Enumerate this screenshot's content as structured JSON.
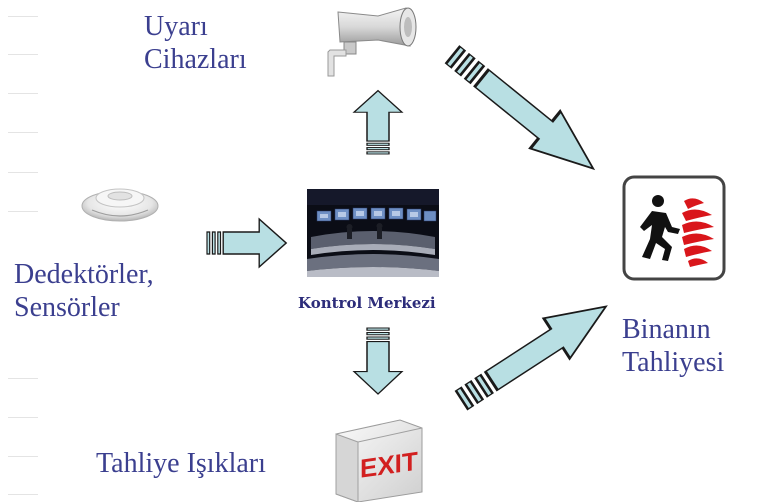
{
  "nodes": {
    "warning_devices": {
      "lines": [
        "Uyarı",
        "Cihazları"
      ],
      "icon": "siren-speaker-icon"
    },
    "detectors": {
      "lines": [
        "Dedektörler,",
        "Sensörler"
      ],
      "icon": "smoke-detector-icon"
    },
    "control_center": {
      "label": "Kontrol Merkezi",
      "icon": "control-room-icon"
    },
    "evacuation_lights": {
      "label": "Tahliye Işıkları",
      "icon": "exit-sign-icon"
    },
    "building_evacuation": {
      "lines": [
        "Binanın",
        "Tahliyesi"
      ],
      "icon": "fire-escape-sign-icon"
    }
  },
  "exit_sign_text": "EXIT",
  "colors": {
    "label_text": "#3b3f8f",
    "arrow_fill": "#b8dfe3",
    "arrow_stroke": "#1a1a1a",
    "exit_red": "#d22020",
    "fire_red": "#d9161b"
  }
}
